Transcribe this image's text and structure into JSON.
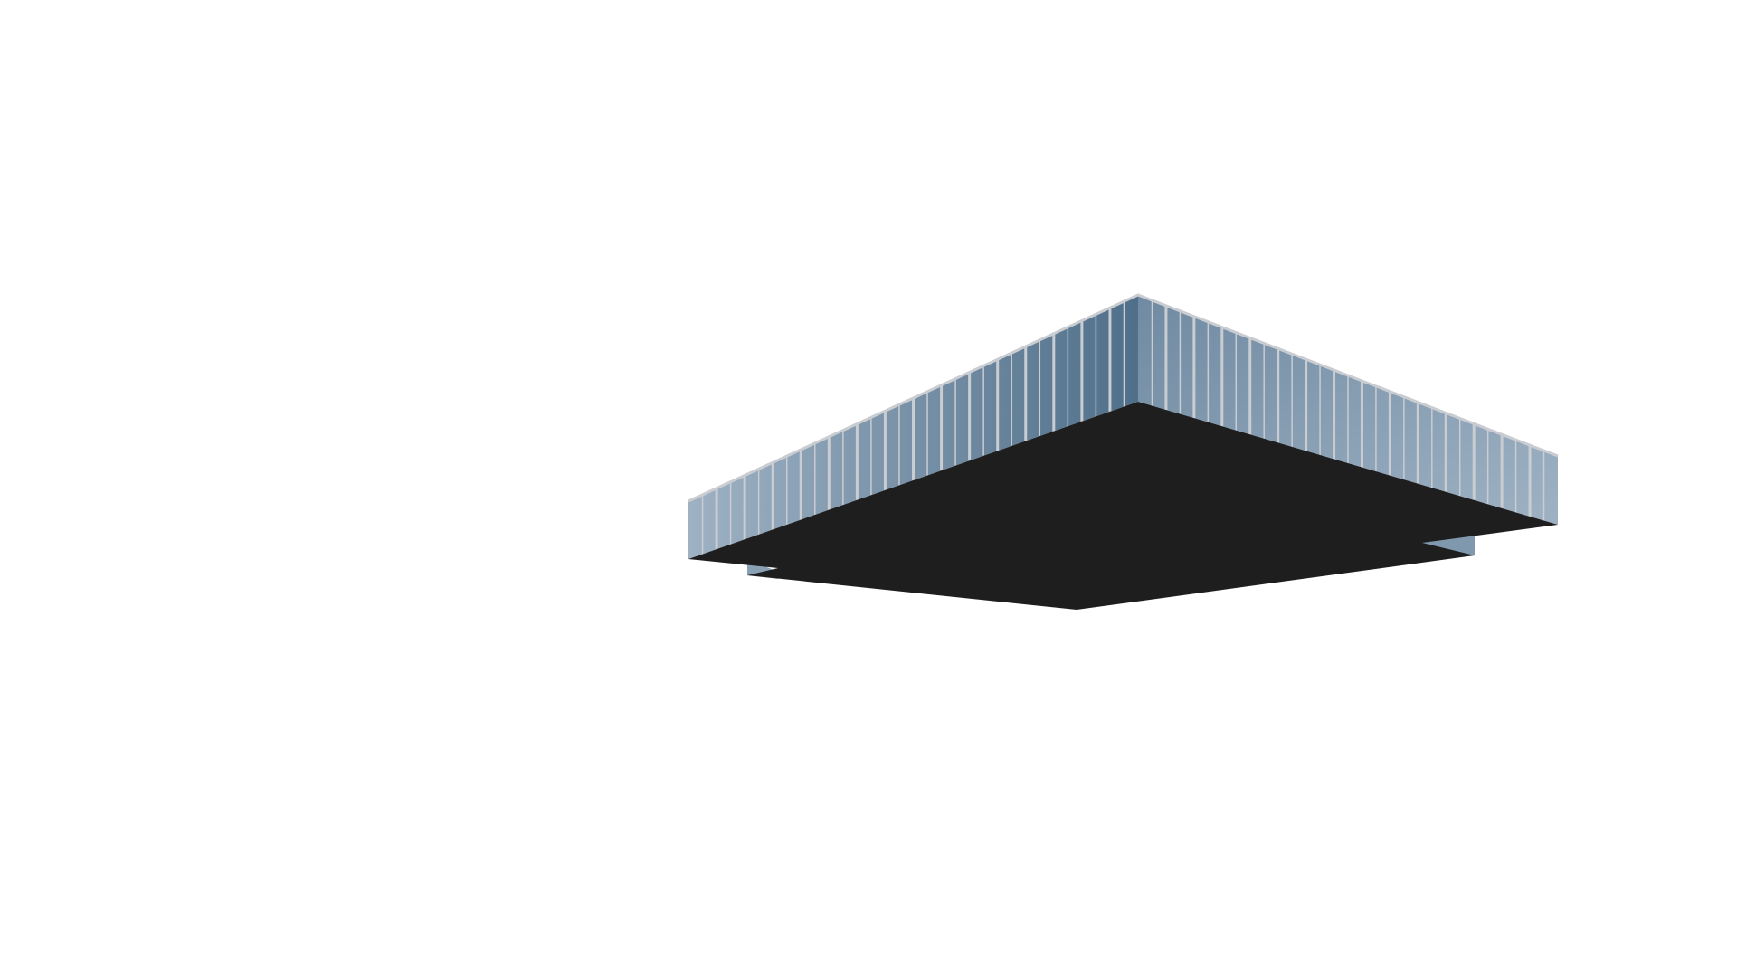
{
  "scene": {
    "background_color": "#ffffff",
    "subject": "floating-glass-box-building",
    "colors": {
      "glass_light": "#9fb2c4",
      "glass_mid": "#6f8aa2",
      "glass_dark": "#4f6f8a",
      "mullion": "#c9ccd0",
      "soffit": "#1e1e1e"
    },
    "facade": {
      "left_panel_count": 32,
      "right_panel_count": 30
    }
  }
}
